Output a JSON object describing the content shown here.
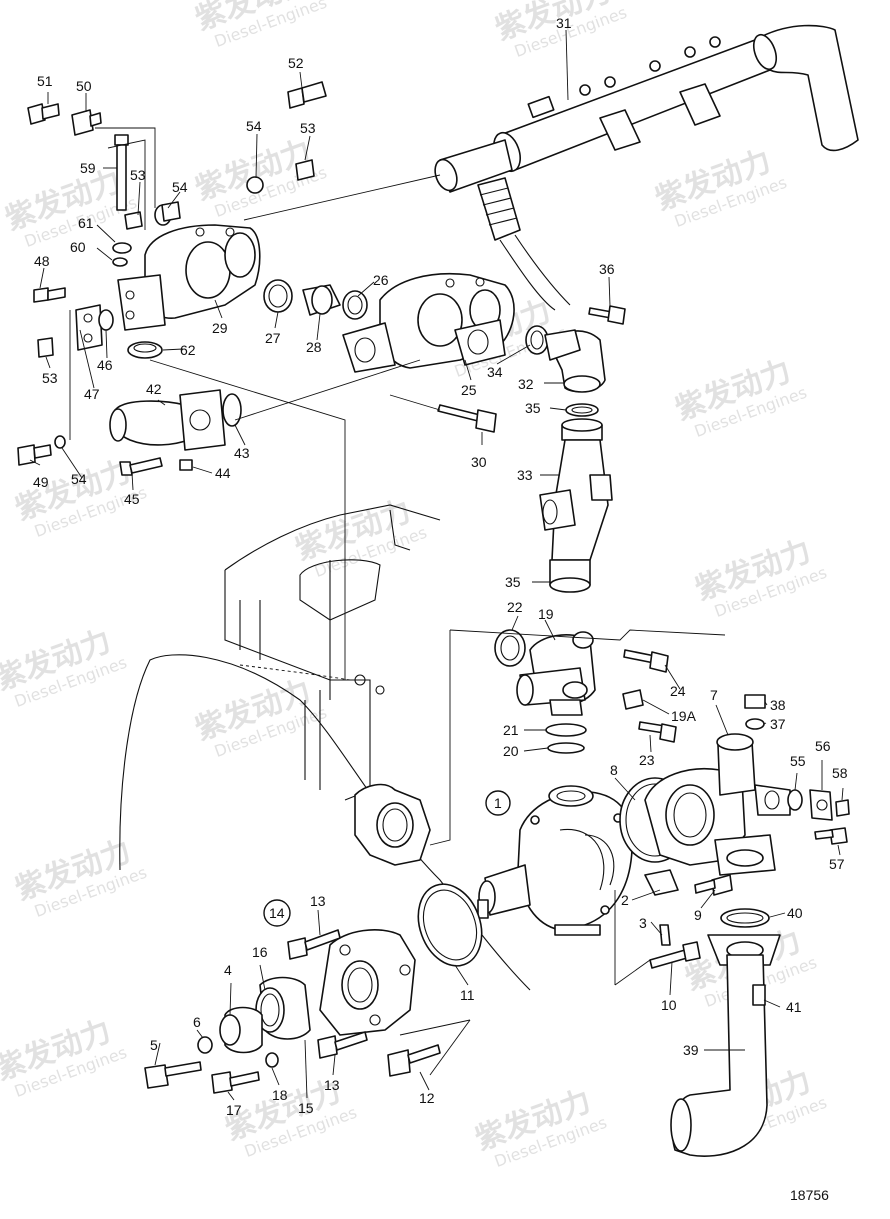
{
  "watermark": {
    "cn": "紫发动力",
    "en": "Diesel-Engines"
  },
  "drawing_number": "18756",
  "callouts": [
    {
      "id": "c51",
      "text": "51"
    },
    {
      "id": "c50",
      "text": "50"
    },
    {
      "id": "c52",
      "text": "52"
    },
    {
      "id": "c31",
      "text": "31"
    },
    {
      "id": "c54a",
      "text": "54"
    },
    {
      "id": "c53a",
      "text": "53"
    },
    {
      "id": "c59",
      "text": "59"
    },
    {
      "id": "c53b",
      "text": "53"
    },
    {
      "id": "c54b",
      "text": "54"
    },
    {
      "id": "c61",
      "text": "61"
    },
    {
      "id": "c60",
      "text": "60"
    },
    {
      "id": "c48",
      "text": "48"
    },
    {
      "id": "c26",
      "text": "26"
    },
    {
      "id": "c36",
      "text": "36"
    },
    {
      "id": "c29",
      "text": "29"
    },
    {
      "id": "c27",
      "text": "27"
    },
    {
      "id": "c28",
      "text": "28"
    },
    {
      "id": "c53c",
      "text": "53"
    },
    {
      "id": "c46",
      "text": "46"
    },
    {
      "id": "c62",
      "text": "62"
    },
    {
      "id": "c47",
      "text": "47"
    },
    {
      "id": "c25",
      "text": "25"
    },
    {
      "id": "c34",
      "text": "34"
    },
    {
      "id": "c32",
      "text": "32"
    },
    {
      "id": "c42",
      "text": "42"
    },
    {
      "id": "c35a",
      "text": "35"
    },
    {
      "id": "c43",
      "text": "43"
    },
    {
      "id": "c30",
      "text": "30"
    },
    {
      "id": "c33",
      "text": "33"
    },
    {
      "id": "c49",
      "text": "49"
    },
    {
      "id": "c54c",
      "text": "54"
    },
    {
      "id": "c44",
      "text": "44"
    },
    {
      "id": "c45",
      "text": "45"
    },
    {
      "id": "c35b",
      "text": "35"
    },
    {
      "id": "c22",
      "text": "22"
    },
    {
      "id": "c19",
      "text": "19"
    },
    {
      "id": "c24",
      "text": "24"
    },
    {
      "id": "c7",
      "text": "7"
    },
    {
      "id": "c38",
      "text": "38"
    },
    {
      "id": "c19A",
      "text": "19A"
    },
    {
      "id": "c37",
      "text": "37"
    },
    {
      "id": "c21",
      "text": "21"
    },
    {
      "id": "c20",
      "text": "20"
    },
    {
      "id": "c23",
      "text": "23"
    },
    {
      "id": "c56",
      "text": "56"
    },
    {
      "id": "c55",
      "text": "55"
    },
    {
      "id": "c8",
      "text": "8"
    },
    {
      "id": "c58",
      "text": "58"
    },
    {
      "id": "c1",
      "text": "1"
    },
    {
      "id": "c57",
      "text": "57"
    },
    {
      "id": "c2",
      "text": "2"
    },
    {
      "id": "c9",
      "text": "9"
    },
    {
      "id": "c40",
      "text": "40"
    },
    {
      "id": "c13a",
      "text": "13"
    },
    {
      "id": "c14",
      "text": "14"
    },
    {
      "id": "c3",
      "text": "3"
    },
    {
      "id": "c16",
      "text": "16"
    },
    {
      "id": "c4",
      "text": "4"
    },
    {
      "id": "c11",
      "text": "11"
    },
    {
      "id": "c10",
      "text": "10"
    },
    {
      "id": "c41",
      "text": "41"
    },
    {
      "id": "c6",
      "text": "6"
    },
    {
      "id": "c5",
      "text": "5"
    },
    {
      "id": "c39",
      "text": "39"
    },
    {
      "id": "c13b",
      "text": "13"
    },
    {
      "id": "c12",
      "text": "12"
    },
    {
      "id": "c17",
      "text": "17"
    },
    {
      "id": "c18",
      "text": "18"
    },
    {
      "id": "c15",
      "text": "15"
    }
  ]
}
